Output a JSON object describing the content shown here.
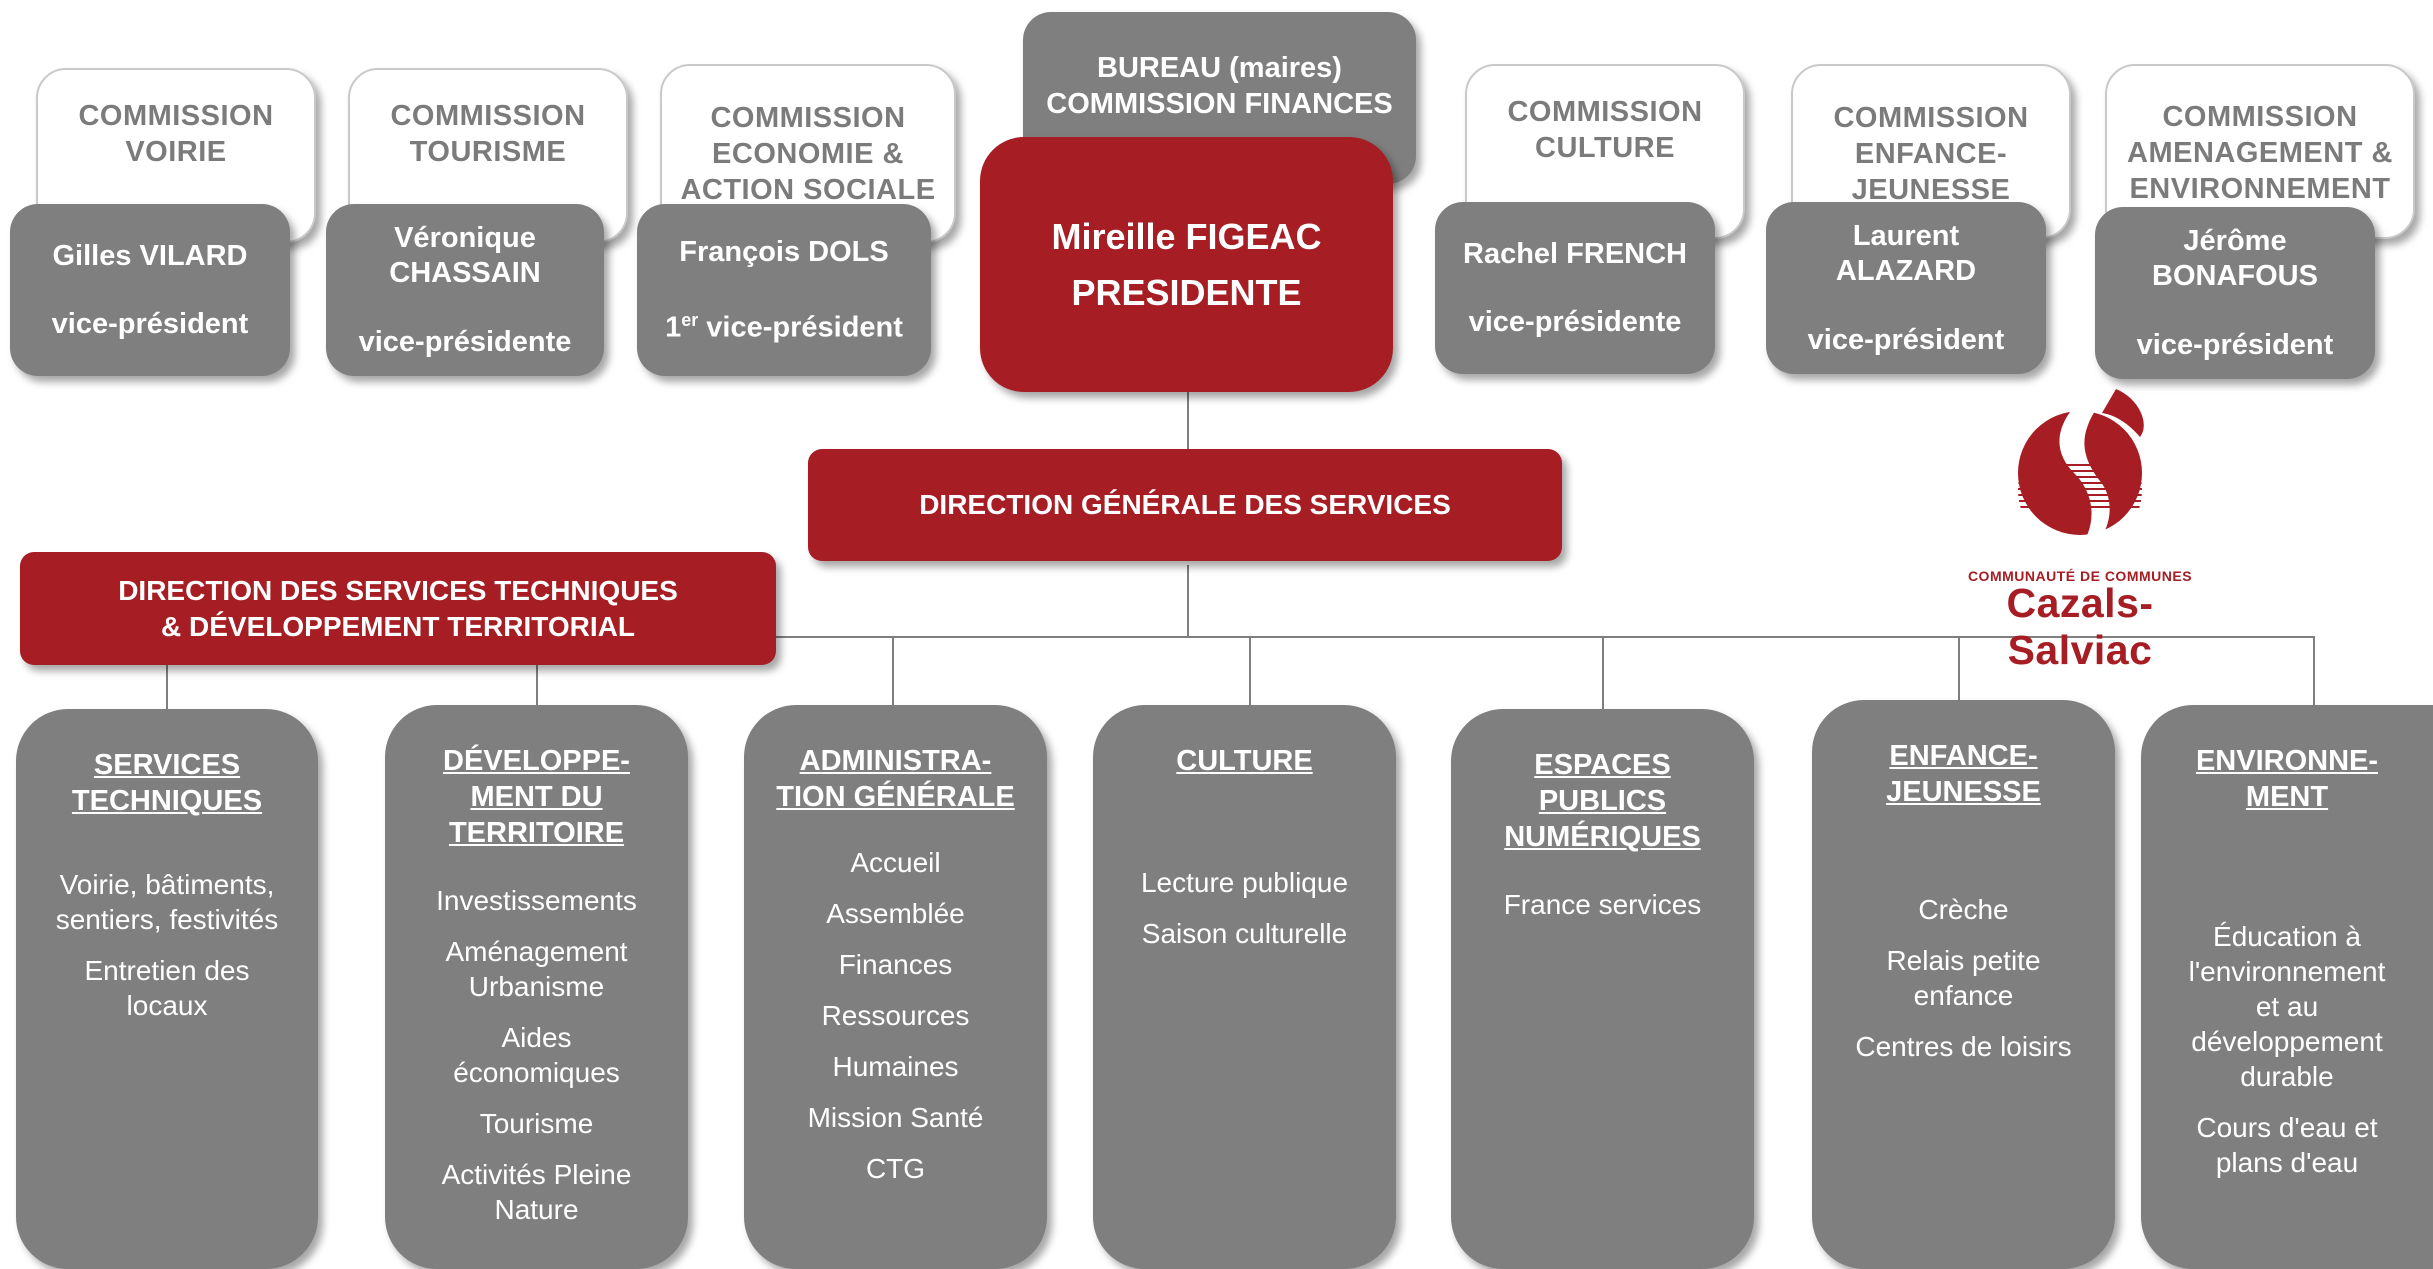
{
  "commissions": {
    "voirie": [
      "COMMISSION",
      "VOIRIE"
    ],
    "tourisme": [
      "COMMISSION",
      "TOURISME"
    ],
    "economie": [
      "COMMISSION",
      "ECONOMIE &",
      "ACTION SOCIALE"
    ],
    "culture": [
      "COMMISSION",
      "CULTURE"
    ],
    "enfance": [
      "COMMISSION",
      "ENFANCE-",
      "JEUNESSE"
    ],
    "amenagement": [
      "COMMISSION",
      "AMENAGEMENT &",
      "ENVIRONNEMENT"
    ]
  },
  "bureau": [
    "BUREAU (maires)",
    "COMMISSION FINANCES"
  ],
  "president": {
    "name": "Mireille FIGEAC",
    "role": "PRESIDENTE"
  },
  "vice_presidents": {
    "vilard": {
      "name": [
        "Gilles VILARD"
      ],
      "role": "vice-président"
    },
    "chassain": {
      "name": [
        "Véronique",
        "CHASSAIN"
      ],
      "role": "vice-présidente"
    },
    "dols": {
      "name": [
        "François DOLS"
      ],
      "role_prefix": "1",
      "role_sup": "er",
      "role": " vice-président"
    },
    "french": {
      "name": [
        "Rachel FRENCH"
      ],
      "role": "vice-présidente"
    },
    "alazard": {
      "name": [
        "Laurent",
        "ALAZARD"
      ],
      "role": "vice-président"
    },
    "bonafous": {
      "name": [
        "Jérôme",
        "BONAFOUS"
      ],
      "role": "vice-président"
    }
  },
  "dgs": "DIRECTION GÉNÉRALE DES SERVICES",
  "dst": [
    "DIRECTION DES SERVICES TECHNIQUES",
    "& DÉVELOPPEMENT TERRITORIAL"
  ],
  "services": {
    "techniques": {
      "title": [
        "SERVICES",
        "TECHNIQUES"
      ],
      "items": [
        [
          "Voirie, bâtiments,",
          "sentiers, festivités"
        ],
        [
          "Entretien des",
          "locaux"
        ]
      ]
    },
    "developpement": {
      "title": [
        "DÉVELOPPE-",
        "MENT DU",
        "TERRITOIRE"
      ],
      "items": [
        [
          "Investissements"
        ],
        [
          "Aménagement",
          "Urbanisme"
        ],
        [
          "Aides",
          "économiques"
        ],
        [
          "Tourisme"
        ],
        [
          "Activités Pleine",
          "Nature"
        ]
      ]
    },
    "administration": {
      "title": [
        "ADMINISTRA-",
        "TION GÉNÉRALE"
      ],
      "items": [
        [
          "Accueil"
        ],
        [
          "Assemblée"
        ],
        [
          "Finances"
        ],
        [
          "Ressources"
        ],
        [
          "Humaines"
        ],
        [
          "Mission Santé"
        ],
        [
          "CTG"
        ]
      ]
    },
    "culture": {
      "title": [
        "CULTURE"
      ],
      "items": [
        [
          "Lecture publique"
        ],
        [
          "Saison culturelle"
        ]
      ]
    },
    "espaces": {
      "title": [
        "ESPACES",
        "PUBLICS",
        "NUMÉRIQUES"
      ],
      "items": [
        [
          "France services"
        ]
      ]
    },
    "enfance": {
      "title": [
        "ENFANCE-",
        "JEUNESSE"
      ],
      "items": [
        [
          "Crèche"
        ],
        [
          "Relais petite",
          "enfance"
        ],
        [
          "Centres de loisirs"
        ]
      ]
    },
    "environnement": {
      "title": [
        "ENVIRONNE-",
        "MENT"
      ],
      "items": [
        [
          "Éducation à",
          "l'environnement",
          "et au",
          "développement",
          "durable"
        ],
        [
          "Cours d'eau et",
          "plans d'eau"
        ]
      ]
    }
  },
  "logo": {
    "small": "COMMUNAUTÉ DE COMMUNES",
    "big": "Cazals-Salviac",
    "color": "#a61d24"
  },
  "colors": {
    "red": "#a61d24",
    "grey": "#7f7f7f",
    "commission_text": "#7b7b7b"
  }
}
